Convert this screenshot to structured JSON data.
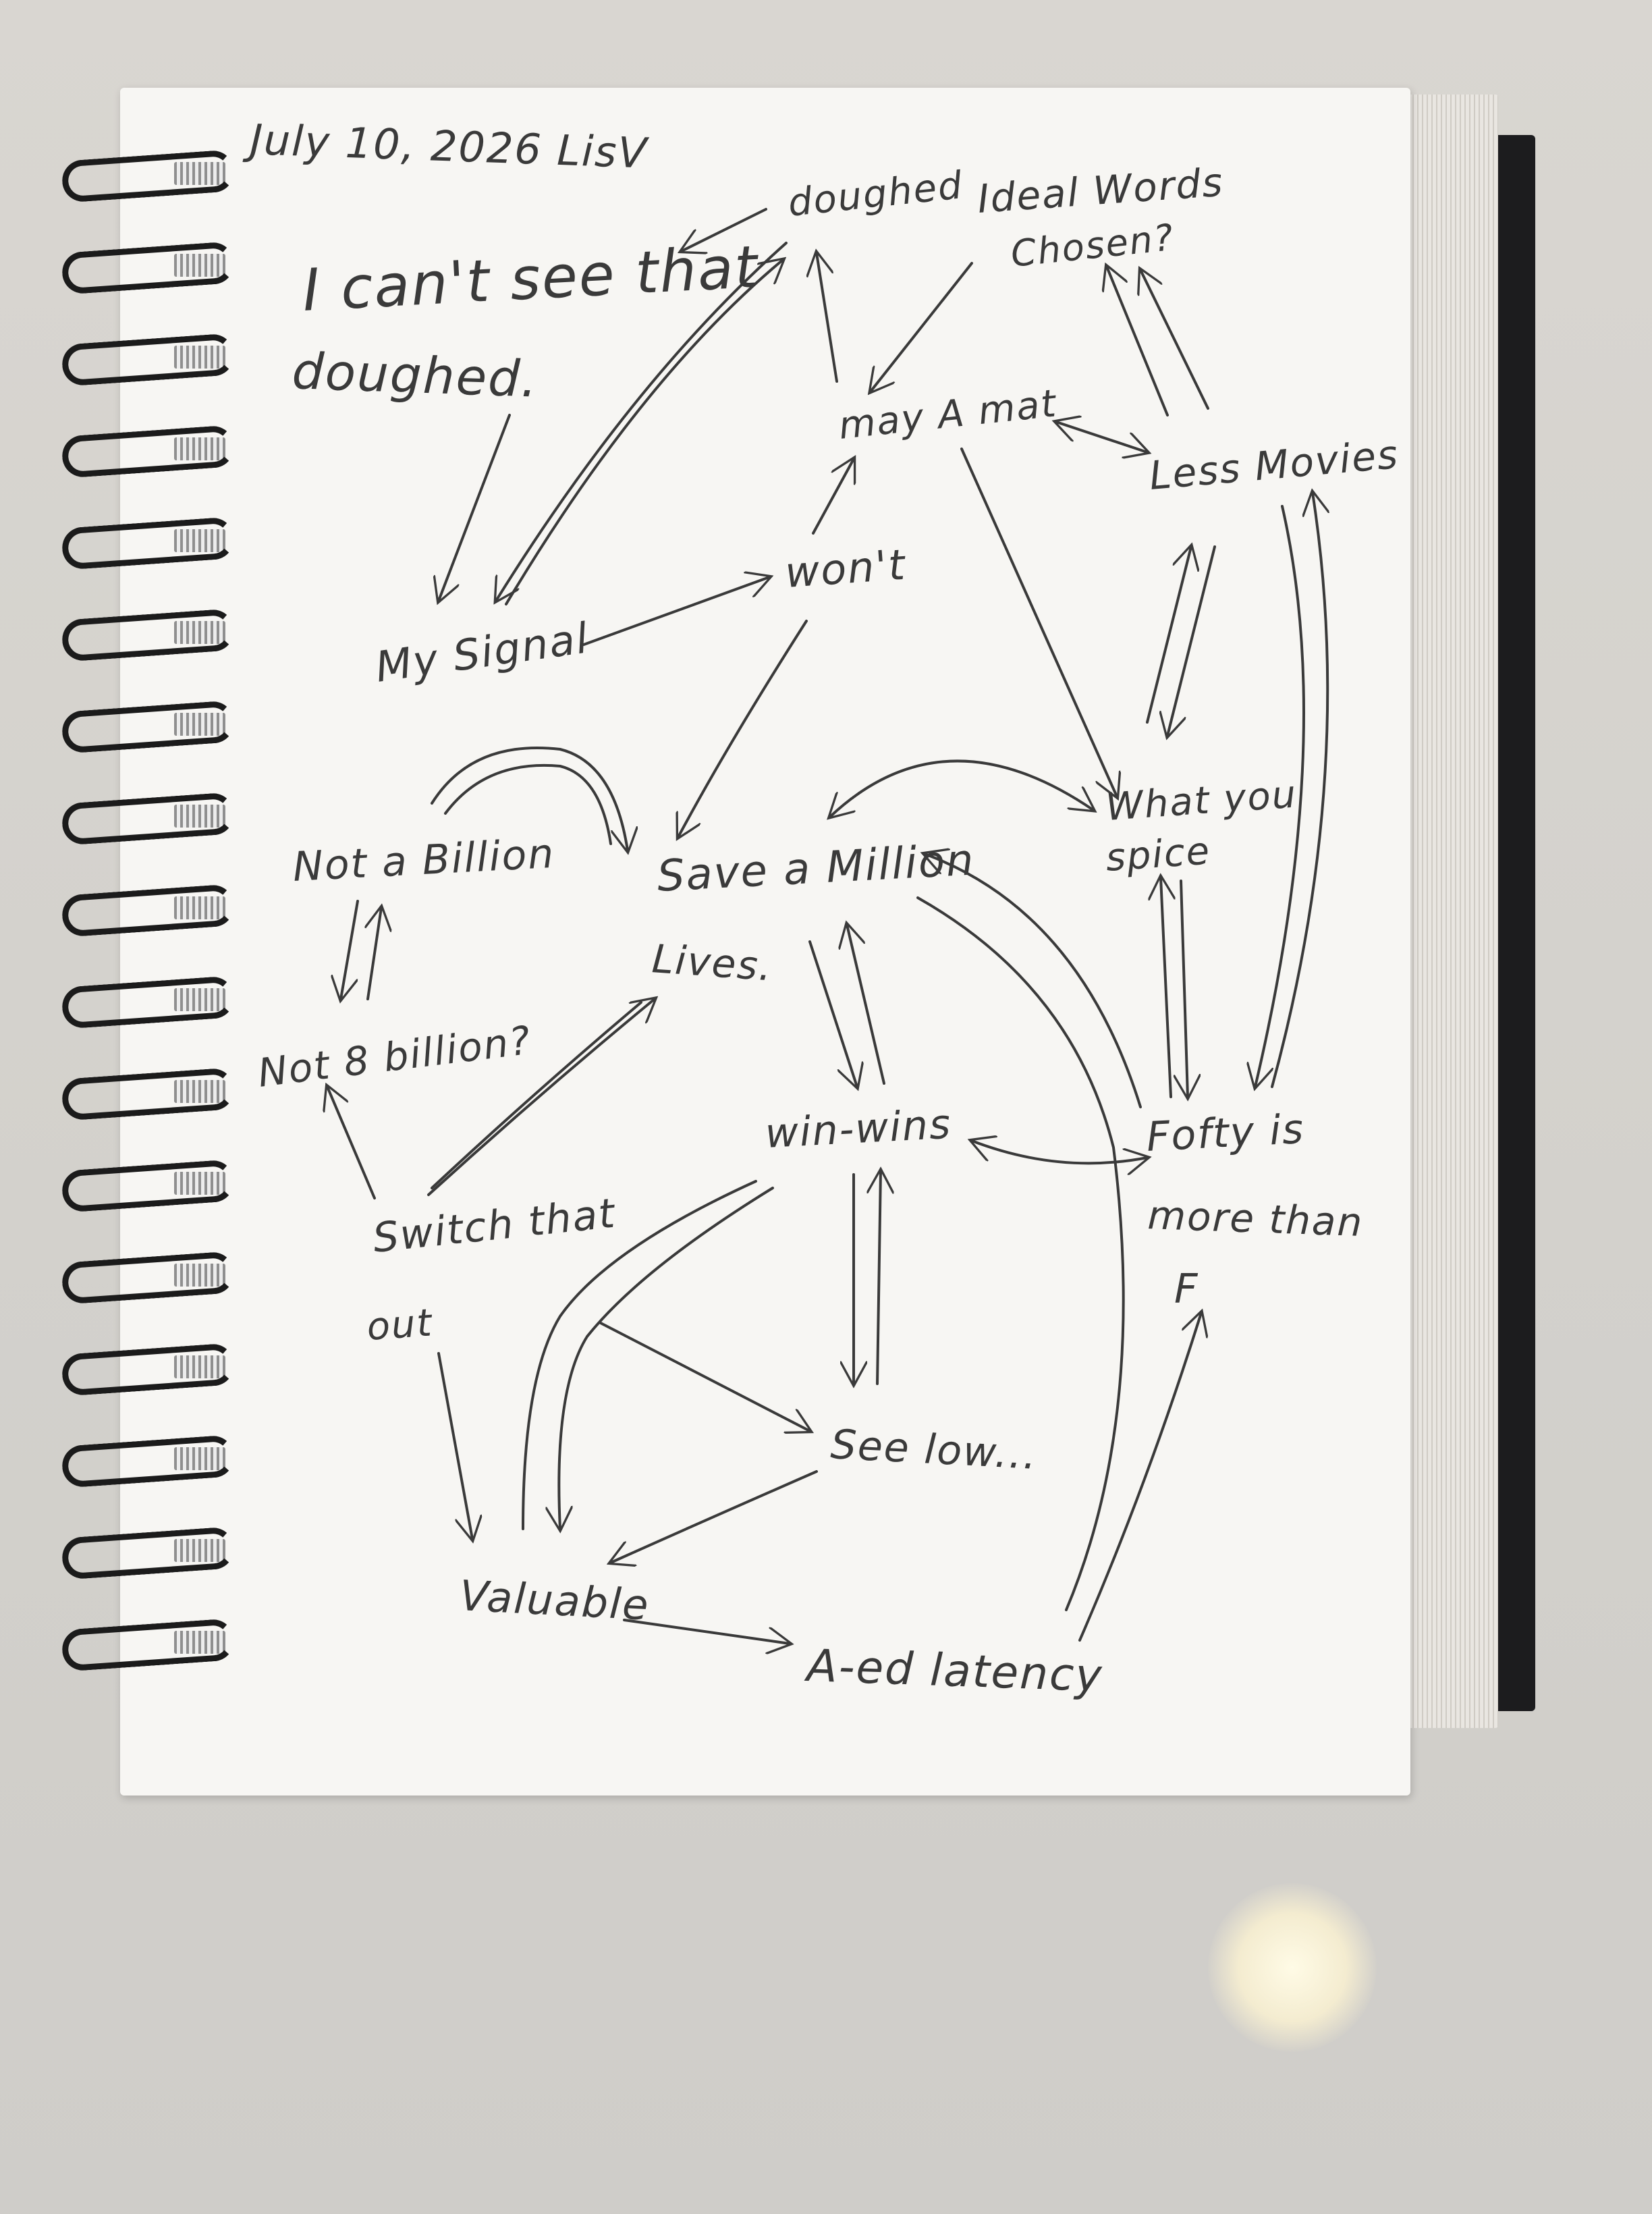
{
  "header": {
    "date": "July 10, 2026 LisV"
  },
  "note": {
    "line1": "I can't see that",
    "line2": "doughed."
  },
  "nodes": {
    "doughed": "doughed",
    "ideal_words_1": "Ideal Words",
    "ideal_words_2": "Chosen?",
    "may_a_mat": "may A mat",
    "less_movies": "Less Movies",
    "wont": "won't",
    "my_signal": "My Signal",
    "not_a_billion": "Not a Billion",
    "not_8_billion": "Not 8 billion?",
    "save_a_million_1": "Save a Million",
    "save_a_million_2": "Lives.",
    "what_you_spice_1": "What you",
    "what_you_spice_2": "spice",
    "win_wins": "win-wins",
    "fofty_1": "Fofty is",
    "fofty_2": "more than",
    "fofty_3": "F",
    "switch_1": "Switch that",
    "switch_2": "out",
    "see_low": "See low...",
    "valuable": "Valuable",
    "a_ed_latency": "A-ed latency"
  },
  "colors": {
    "ink": "#3a3a3a",
    "paper": "#f7f6f3",
    "coil": "#1b1b1b",
    "backing": "#1c1c1e",
    "table": "#d6d3ce"
  }
}
